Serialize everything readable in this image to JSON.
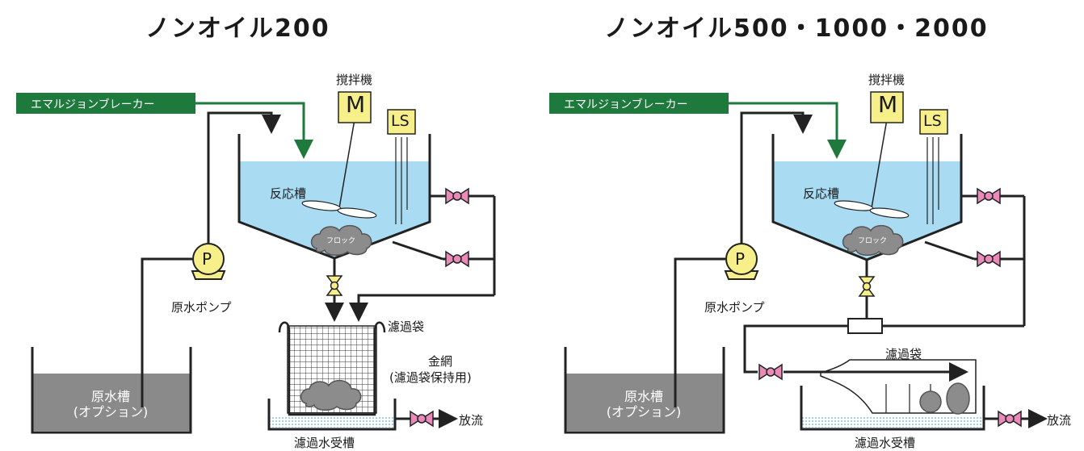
{
  "left": {
    "title": "ノンオイル200",
    "breaker": "エマルジョンブレーカー",
    "stirrer": "撹拌機",
    "motor": "M",
    "level_switch": "LS",
    "reactor": "反応槽",
    "floc": "フロック",
    "pump_symbol": "P",
    "pump": "原水ポンプ",
    "raw_tank_line1": "原水槽",
    "raw_tank_line2": "(オプション)",
    "filter_bag": "濾過袋",
    "mesh_line1": "金網",
    "mesh_line2": "(濾過袋保持用)",
    "discharge": "放流",
    "receiver": "濾過水受槽"
  },
  "right": {
    "title": "ノンオイル500・1000・2000",
    "breaker": "エマルジョンブレーカー",
    "stirrer": "撹拌機",
    "motor": "M",
    "level_switch": "LS",
    "reactor": "反応槽",
    "floc": "フロック",
    "pump_symbol": "P",
    "pump": "原水ポンプ",
    "raw_tank_line1": "原水槽",
    "raw_tank_line2": "(オプション)",
    "filter_bag": "濾過袋",
    "discharge": "放流",
    "receiver": "濾過水受槽"
  },
  "colors": {
    "breaker_green": "#1e7a3c",
    "water_blue": "#a9dcf2",
    "tank_gray": "#8a8a8a",
    "valve_pink": "#e98ab8",
    "motor_yellow": "#f7ef8a"
  }
}
